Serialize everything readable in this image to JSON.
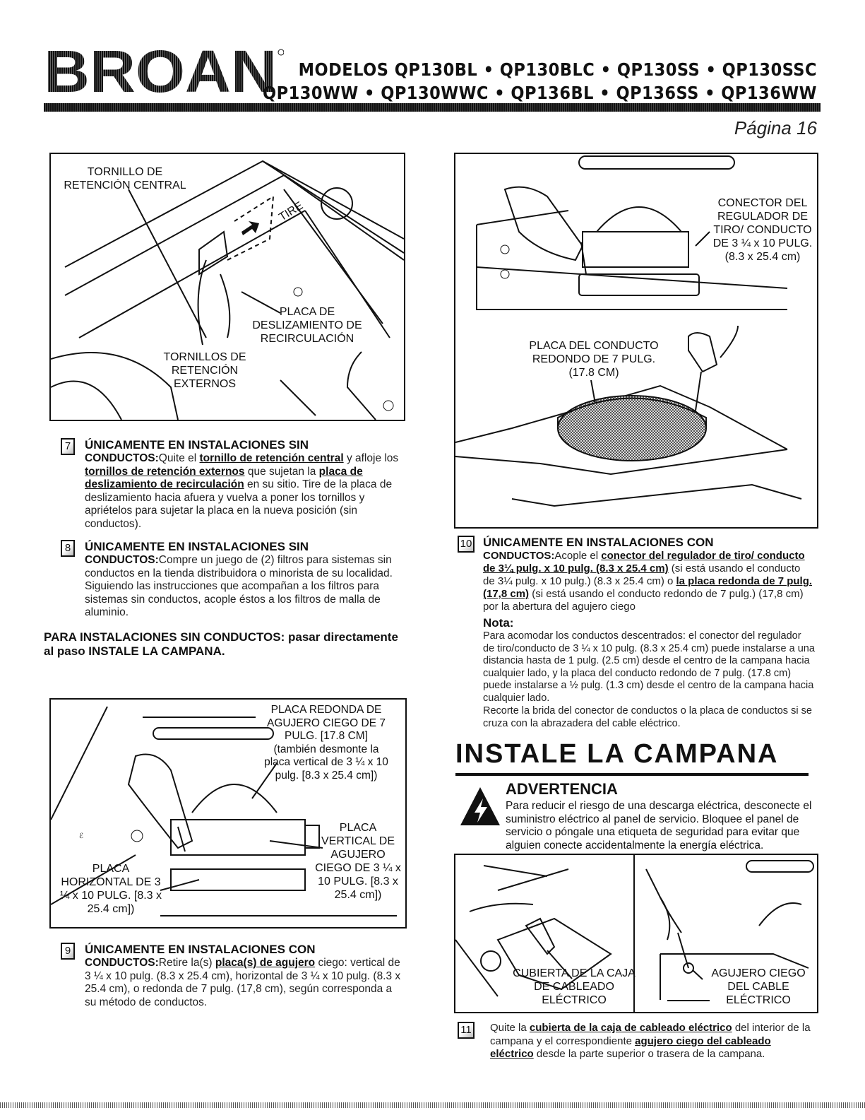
{
  "header": {
    "brand": "BROAN",
    "models_line1": "MODELOS QP130BL • QP130BLC • QP130SS • QP130SSC",
    "models_line2": "QP130WW • QP130WWC • QP136BL • QP136SS • QP136WW",
    "page": "Página 16"
  },
  "figure1": {
    "label_tornillo_central": "TORNILLO DE RETENCIÓN CENTRAL",
    "label_tire": "TIRE",
    "label_placa": "PLACA DE DESLIZAMIENTO DE RECIRCULACIÓN",
    "label_tornillos_ext": "TORNILLOS DE RETENCIÓN EXTERNOS"
  },
  "figure2": {
    "label_conector": "CONECTOR DEL REGULADOR DE TIRO/ CONDUCTO DE 3 ¼ x 10 PULG. (8.3 x 25.4 cm)",
    "label_placa_redonda": "PLACA DEL CONDUCTO REDONDO DE 7 PULG. (17.8 CM)"
  },
  "figure3": {
    "label_placa_redonda": "PLACA REDONDA DE AGUJERO CIEGO DE 7 PULG. [17.8 CM] (también desmonte la placa vertical de 3 ¼ x 10 pulg. [8.3 x 25.4 cm])",
    "label_placa_vertical": "PLACA VERTICAL DE AGUJERO CIEGO DE 3 ¼ x 10 PULG. [8.3 x 25.4 cm])",
    "label_placa_horizontal": "PLACA HORIZONTAL DE 3 ¼ x 10 PULG. [8.3 x 25.4 cm])"
  },
  "figure4": {
    "label_cubierta": "CUBIERTA DE LA CAJA DE CABLEADO ELÉCTRICO",
    "label_agujero": "AGUJERO CIEGO DEL CABLE ELÉCTRICO"
  },
  "steps": {
    "s7": {
      "num": "7",
      "title": "ÚNICAMENTE EN INSTALACIONES SIN",
      "lead": "CONDUCTOS:",
      "t1": "Quite el ",
      "u1": "tornillo de retención central",
      "t2": " y afloje los ",
      "u2": "tornillos de retención externos",
      "t3": " que sujetan la ",
      "u3": "placa de deslizamiento de recirculación",
      "t4": " en su sitio. Tire de la placa de deslizamiento hacia afuera y vuelva a poner los tornillos y apriételos para sujetar la placa en la nueva posición (sin conductos)."
    },
    "s8": {
      "num": "8",
      "title": "ÚNICAMENTE EN INSTALACIONES SIN",
      "lead": "CONDUCTOS:",
      "t1": "Compre un juego de (2) filtros para sistemas sin conductos en la tienda distribuidora o minorista de su localidad. Siguiendo las instrucciones que acompañan a los filtros para sistemas sin conductos, acople éstos a los filtros de malla de aluminio."
    },
    "pasar": "PARA INSTALACIONES SIN CONDUCTOS: pasar directamente al paso INSTALE LA CAMPANA.",
    "s9": {
      "num": "9",
      "title": "ÚNICAMENTE EN INSTALACIONES CON",
      "lead": "CONDUCTOS:",
      "t1": "Retire la(s) ",
      "u1": "placa(s) de agujero",
      "t2": " ciego: vertical de 3 ¼ x 10 pulg. (8.3 x 25.4 cm), horizontal de 3 ¼ x 10 pulg. (8.3 x 25.4 cm), o redonda de 7 pulg. (17,8 cm), según corresponda a su método de conductos."
    },
    "s10": {
      "num": "10",
      "title": "ÚNICAMENTE EN INSTALACIONES CON",
      "lead": "CONDUCTOS:",
      "t1": "Acople el ",
      "u1": "conector del regulador de tiro/ conducto de 3¼ pulg. x 10 pulg. (8.3 x 25.4 cm)",
      "t2": " (si está usando el conducto de 3¼ pulg. x 10 pulg.) (8.3 x 25.4 cm) o ",
      "u2": "la placa redonda de 7 pulg. (17,8 cm)",
      "t3": " (si está usando el conducto redondo de 7 pulg.) (17,8 cm) por la abertura del agujero ciego",
      "nota_title": "Nota:",
      "nota1": "Para acomodar los conductos descentrados: el conector del regulador de tiro/conducto de 3 ¼ x 10 pulg. (8.3 x 25.4 cm) puede instalarse a una distancia hasta de 1 pulg. (2.5 cm) desde el centro de la campana hacia cualquier lado, y la placa del conducto redondo de 7 pulg. (17.8 cm) puede instalarse a ½ pulg. (1.3 cm) desde el centro de la campana hacia cualquier lado.",
      "nota2": "Recorte la brida del conector de conductos o la placa de conductos si se cruza con la abrazadera del cable eléctrico."
    },
    "s11": {
      "num": "11",
      "t1": "Quite la ",
      "u1": "cubierta de la caja de cableado eléctrico",
      "t2": " del interior de la campana y el correspondiente ",
      "u2": "agujero ciego del cableado eléctrico",
      "t3": " desde la parte superior o trasera de la campana."
    }
  },
  "section": {
    "heading": "INSTALE LA CAMPANA",
    "warning_title": "ADVERTENCIA",
    "warning_body": "Para reducir el riesgo de una descarga eléctrica, desconecte el suministro eléctrico al panel de servicio. Bloquee el panel de servicio o póngale una etiqueta de seguridad para evitar que alguien conecte accidentalmente la energía eléctrica."
  }
}
